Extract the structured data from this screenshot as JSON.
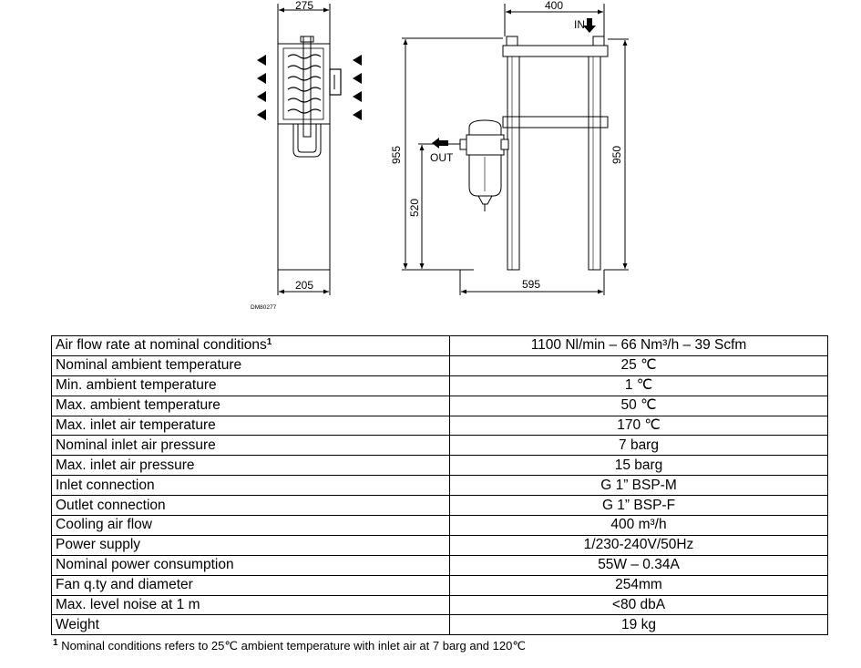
{
  "drawing": {
    "code": "DM80277",
    "front": {
      "width_top": "275",
      "width_bottom": "205"
    },
    "side": {
      "width_top": "400",
      "width_bottom": "595",
      "height_left": "955",
      "height_outlet": "520",
      "height_right": "950",
      "inlet_label": "IN",
      "outlet_label": "OUT"
    }
  },
  "specs": [
    {
      "label": "Air flow rate at nominal conditions",
      "note": "1",
      "value": "1100 Nl/min – 66 Nm³/h – 39 Scfm"
    },
    {
      "label": "Nominal ambient temperature",
      "value": "25 ℃"
    },
    {
      "label": "Min. ambient temperature",
      "value": "1 ℃"
    },
    {
      "label": "Max. ambient temperature",
      "value": "50 ℃"
    },
    {
      "label": "Max. inlet air temperature",
      "value": "170 ℃"
    },
    {
      "label": "Nominal inlet air pressure",
      "value": "7 barg"
    },
    {
      "label": "Max. inlet air pressure",
      "value": "15 barg"
    },
    {
      "label": "Inlet connection",
      "value": "G 1” BSP-M"
    },
    {
      "label": "Outlet connection",
      "value": "G 1” BSP-F"
    },
    {
      "label": "Cooling air flow",
      "value": "400 m³/h"
    },
    {
      "label": "Power supply",
      "value": "1/230-240V/50Hz"
    },
    {
      "label": "Nominal power consumption",
      "value": "55W – 0.34A"
    },
    {
      "label": "Fan q.ty and diameter",
      "value": "254mm"
    },
    {
      "label": "Max. level noise at 1 m",
      "value": "<80 dbA"
    },
    {
      "label": "Weight",
      "value": "19 kg"
    }
  ],
  "footnote": {
    "mark": "1",
    "text": "Nominal conditions refers to 25℃ ambient temperature  with inlet air at 7 barg and 120℃"
  }
}
